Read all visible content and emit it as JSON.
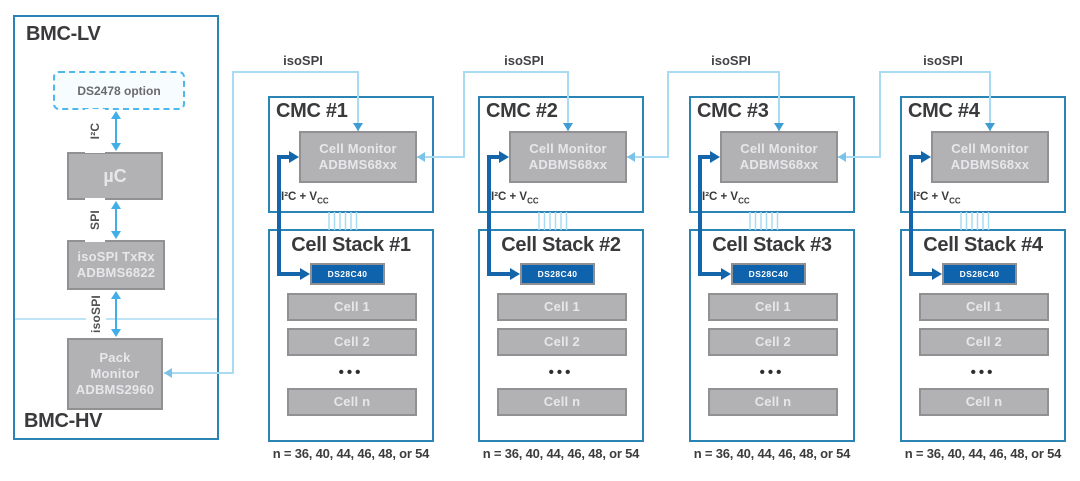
{
  "colors": {
    "box_border": "#2a85b4",
    "light_line": "#a9dbf2",
    "bright_arrow": "#41aee9",
    "down_arrowhead": "#3f9dd4",
    "side_arrowhead": "#7cc3e8",
    "thick_line": "#1565ab",
    "chip_fill": "#0f62ac",
    "block_fill": "#b2b2b5"
  },
  "bmc": {
    "title_top": "BMC-LV",
    "title_bottom": "BMC-HV",
    "option_label": "DS2478 option",
    "bus_i2c": "I²C",
    "mcu_label": "µC",
    "bus_spi": "SPI",
    "txrx_line1": "isoSPI TxRx",
    "txrx_line2": "ADBMS6822",
    "bus_isospi": "isoSPI",
    "pack_line1": "Pack",
    "pack_line2": "Monitor",
    "pack_line3": "ADBMS2960"
  },
  "chain": {
    "label0": "isoSPI",
    "label1": "isoSPI",
    "label2": "isoSPI",
    "label3": "isoSPI"
  },
  "columns": [
    {
      "cmc_title": "CMC #1",
      "monitor_line1": "Cell Monitor",
      "monitor_line2": "ADBMS68xx",
      "bus_label_main": "I²C + V",
      "bus_label_sub": "CC",
      "stack_title": "Cell Stack #1",
      "auth_chip": "DS28C40",
      "cell_1": "Cell 1",
      "cell_2": "Cell 2",
      "ellipsis": "•••",
      "cell_n": "Cell n",
      "footnote": "n = 36, 40, 44, 46, 48, or 54"
    },
    {
      "cmc_title": "CMC #2",
      "monitor_line1": "Cell Monitor",
      "monitor_line2": "ADBMS68xx",
      "bus_label_main": "I²C + V",
      "bus_label_sub": "CC",
      "stack_title": "Cell Stack #2",
      "auth_chip": "DS28C40",
      "cell_1": "Cell 1",
      "cell_2": "Cell 2",
      "ellipsis": "•••",
      "cell_n": "Cell n",
      "footnote": "n = 36, 40, 44, 46, 48, or 54"
    },
    {
      "cmc_title": "CMC #3",
      "monitor_line1": "Cell Monitor",
      "monitor_line2": "ADBMS68xx",
      "bus_label_main": "I²C + V",
      "bus_label_sub": "CC",
      "stack_title": "Cell Stack #3",
      "auth_chip": "DS28C40",
      "cell_1": "Cell 1",
      "cell_2": "Cell 2",
      "ellipsis": "•••",
      "cell_n": "Cell n",
      "footnote": "n = 36, 40, 44, 46, 48, or 54"
    },
    {
      "cmc_title": "CMC #4",
      "monitor_line1": "Cell Monitor",
      "monitor_line2": "ADBMS68xx",
      "bus_label_main": "I²C + V",
      "bus_label_sub": "CC",
      "stack_title": "Cell Stack #4",
      "auth_chip": "DS28C40",
      "cell_1": "Cell 1",
      "cell_2": "Cell 2",
      "ellipsis": "•••",
      "cell_n": "Cell n",
      "footnote": "n = 36, 40, 44, 46, 48, or 54"
    }
  ]
}
